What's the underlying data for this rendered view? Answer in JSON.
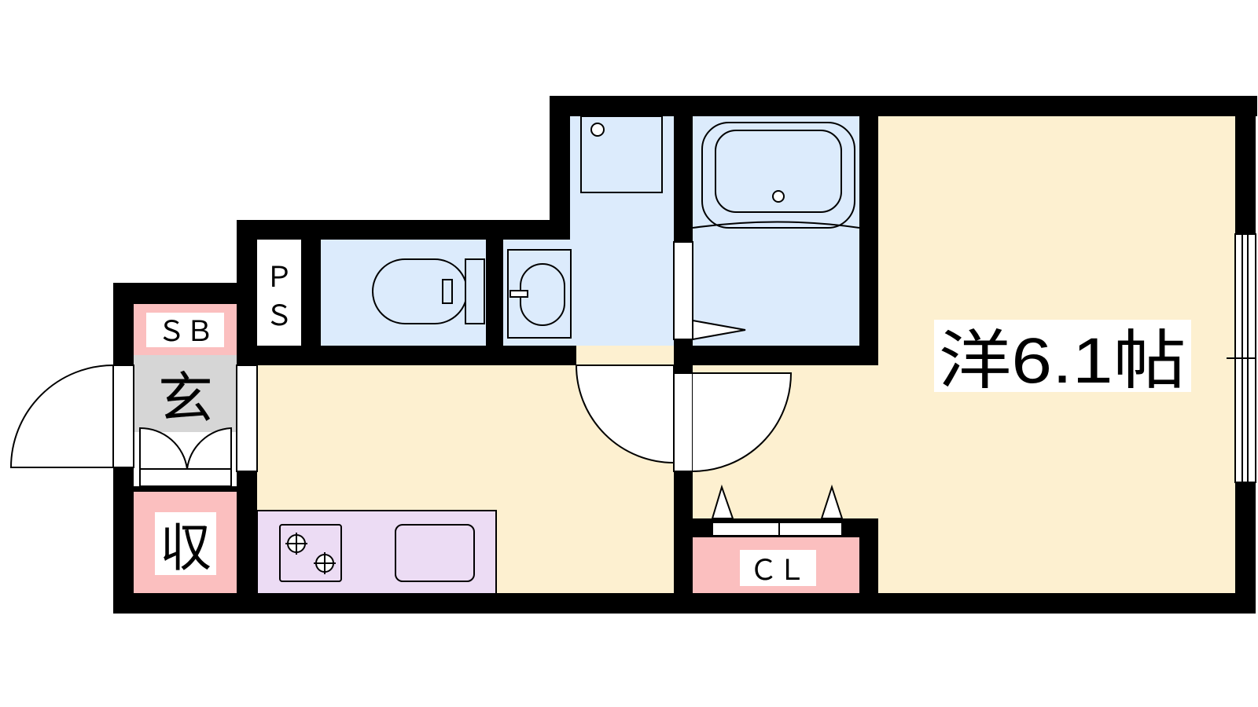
{
  "floorplan": {
    "rooms": {
      "western_room": {
        "label": "洋6.1帖"
      },
      "entrance": {
        "label": "玄"
      },
      "storage": {
        "label": "収"
      },
      "shoe_box": {
        "label": "ＳＢ"
      },
      "pipe_space": {
        "label_top": "Ｐ",
        "label_bottom": "Ｓ"
      },
      "closet": {
        "label": "ＣＬ"
      }
    },
    "colors": {
      "wall": "#000000",
      "living_floor": "#fdf0d0",
      "wet_area": "#dcebfc",
      "storage": "#fbbfbf",
      "kitchen": "#ecdcf4",
      "entrance_floor": "#d6d6d6",
      "label_background": "#ffffff"
    }
  }
}
